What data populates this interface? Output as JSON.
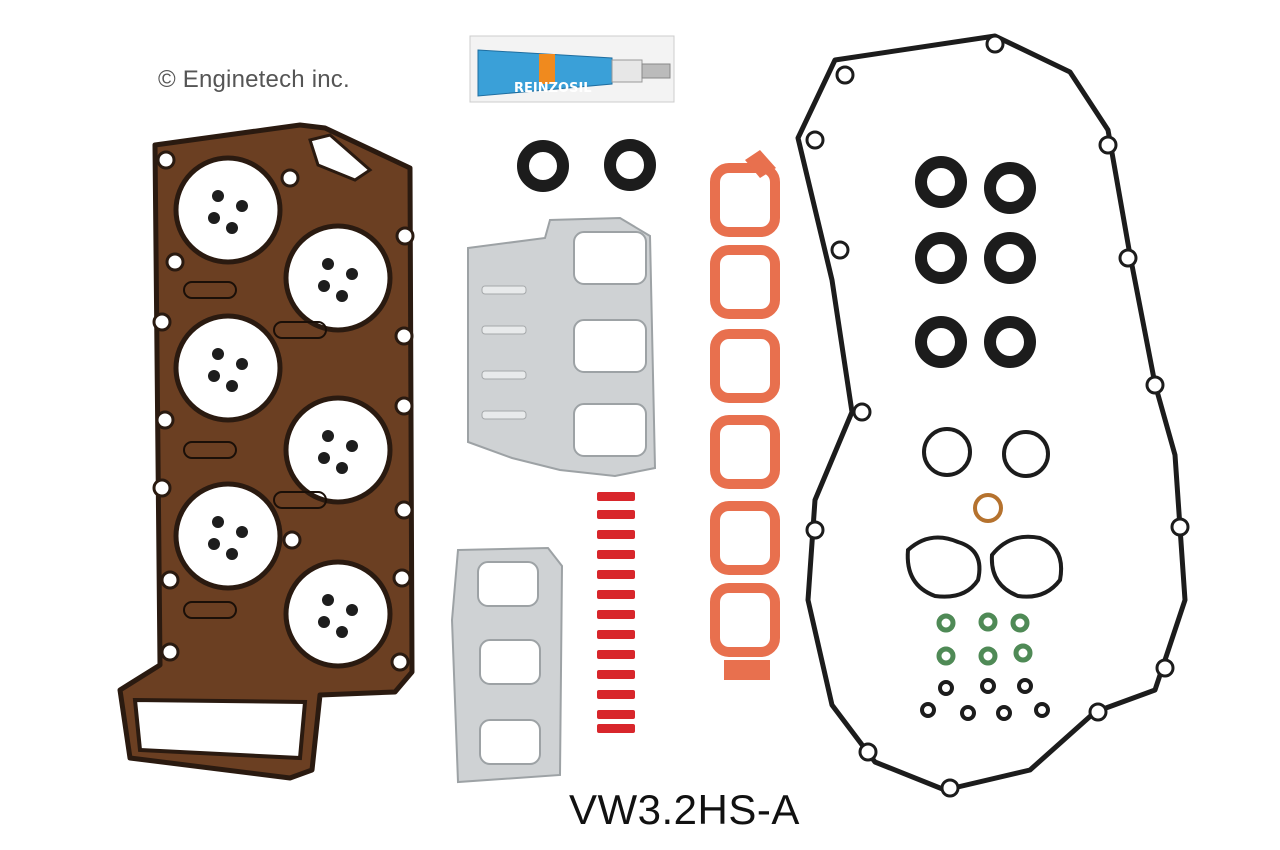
{
  "copyright": "© Enginetech inc.",
  "part_number": "VW3.2HS-A",
  "sealant_tube": {
    "brand": "REINZOSIL"
  },
  "colors": {
    "background": "#ffffff",
    "head_gasket": "#6b3f22",
    "head_gasket_dark": "#2a1a10",
    "metal": "#cfd2d4",
    "red_gasket": "#e8704e",
    "red_pin": "#d8262b",
    "black_rubber": "#1c1c1c",
    "green_seal": "#4f8a56",
    "sealant_blue": "#3aa0d8"
  },
  "components": [
    "head-gasket",
    "sealant-tube",
    "exhaust-manifold-gasket-large",
    "exhaust-manifold-gasket-small",
    "intake-manifold-gasket",
    "valve-cover-gasket",
    "spark-plug-tube-seals",
    "guide-pins",
    "o-rings",
    "valve-stem-seals"
  ]
}
